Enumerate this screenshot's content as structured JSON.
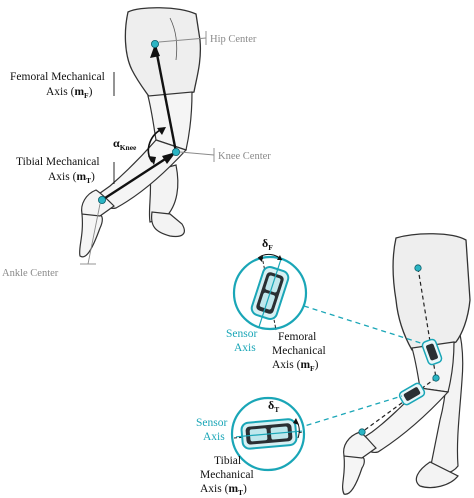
{
  "labels": {
    "hip_center": "Hip Center",
    "knee_center": "Knee Center",
    "ankle_center": "Ankle Center",
    "femoral_line1": "Femoral Mechanical",
    "femoral_line2": "Axis (",
    "femoral_symbol": "m",
    "femoral_sub": "F",
    "tibial_line1": "Tibial Mechanical",
    "tibial_line2": "Axis (",
    "tibial_symbol": "m",
    "tibial_sub": "T",
    "close_paren": ")",
    "alpha_symbol": "α",
    "alpha_sub": "Knee",
    "sensor_line1": "Sensor",
    "sensor_line2": "Axis",
    "femoral_r_line1": "Femoral",
    "femoral_r_line2": "Mechanical",
    "femoral_r_line3": "Axis (",
    "tibial_r_line1": "Tibial",
    "tibial_r_line2": "Mechanical",
    "tibial_r_line3": "Axis (",
    "delta_symbol": "δ",
    "delta_f_sub": "F",
    "delta_t_sub": "T"
  },
  "colors": {
    "teal": "#1aa6b7",
    "dot": "#2bb5c4",
    "outline": "#333333",
    "skin": "#efefef",
    "grey_text": "#8a8a8a"
  }
}
